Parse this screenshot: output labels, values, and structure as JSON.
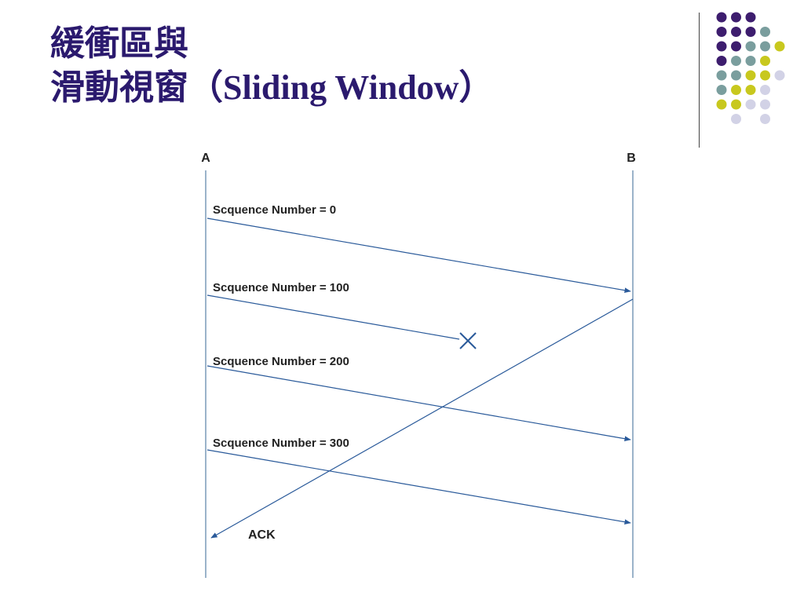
{
  "slide": {
    "title_line1": "緩衝區與",
    "title_line2": "滑動視窗（Sliding Window）"
  },
  "diagram": {
    "host_a": "A",
    "host_b": "B",
    "segments": [
      {
        "label": "Scquence Number = 0",
        "lost": false
      },
      {
        "label": "Scquence Number = 100",
        "lost": true
      },
      {
        "label": "Scquence Number = 200",
        "lost": false
      },
      {
        "label": "Scquence Number = 300",
        "lost": false
      }
    ],
    "ack_label": "ACK"
  },
  "colors": {
    "title": "#2b1a6e",
    "arrow": "#2a5a9a",
    "dot_purple": "#3d1d6e",
    "dot_teal": "#7a9e9e",
    "dot_yellow": "#c8c81e",
    "dot_lavender": "#d2d2e6"
  },
  "decoration": {
    "dot_rows": [
      [
        "purple",
        "purple",
        "purple",
        "none",
        "none"
      ],
      [
        "purple",
        "purple",
        "purple",
        "teal",
        "none"
      ],
      [
        "purple",
        "purple",
        "teal",
        "teal",
        "yellow"
      ],
      [
        "purple",
        "teal",
        "teal",
        "yellow",
        "none"
      ],
      [
        "teal",
        "teal",
        "yellow",
        "yellow",
        "lavender"
      ],
      [
        "teal",
        "yellow",
        "yellow",
        "lavender",
        "none"
      ],
      [
        "yellow",
        "yellow",
        "lavender",
        "lavender",
        "none"
      ],
      [
        "none",
        "lavender",
        "none",
        "lavender",
        "none"
      ]
    ]
  }
}
